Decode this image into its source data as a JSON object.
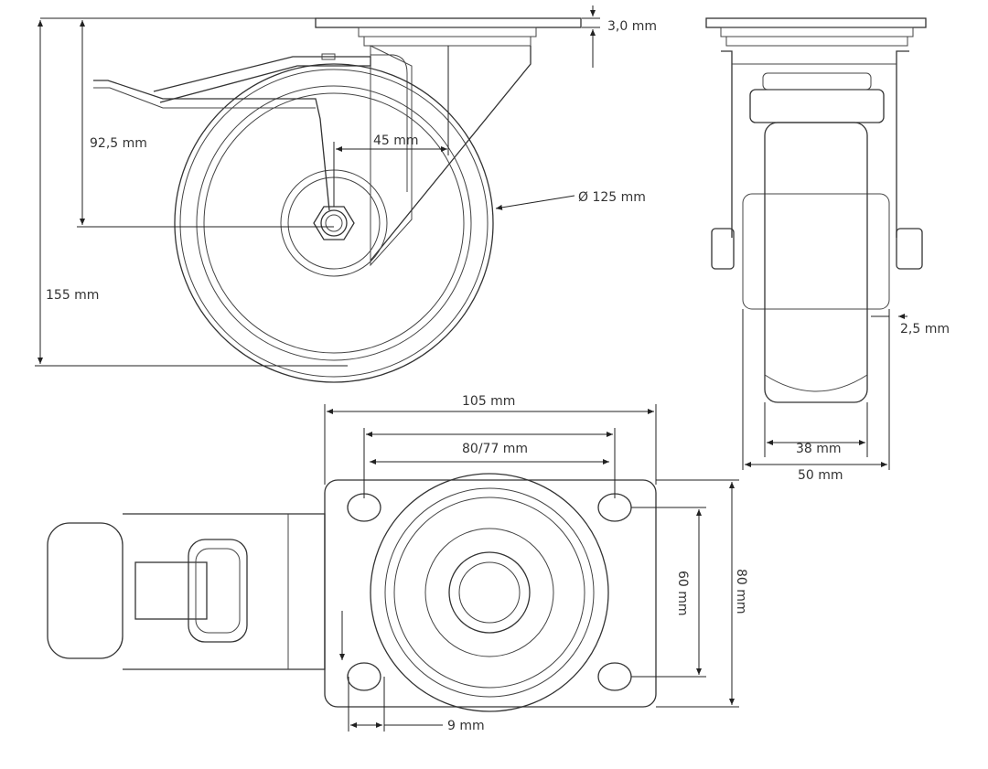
{
  "dimensions": {
    "plate_thickness": "3,0 mm",
    "axle_to_plate_height": "92,5 mm",
    "offset": "45 mm",
    "wheel_diameter": "Ø 125 mm",
    "total_height": "155 mm",
    "bolt_spacing": "80/77 mm",
    "plate_width": "105 mm",
    "wheel_width": "38 mm",
    "total_width": "50  mm",
    "side_clearance": "2,5 mm",
    "plate_depth": "80 mm",
    "hole_spacing_vertical": "60 mm",
    "hole_diameter": "9 mm"
  }
}
